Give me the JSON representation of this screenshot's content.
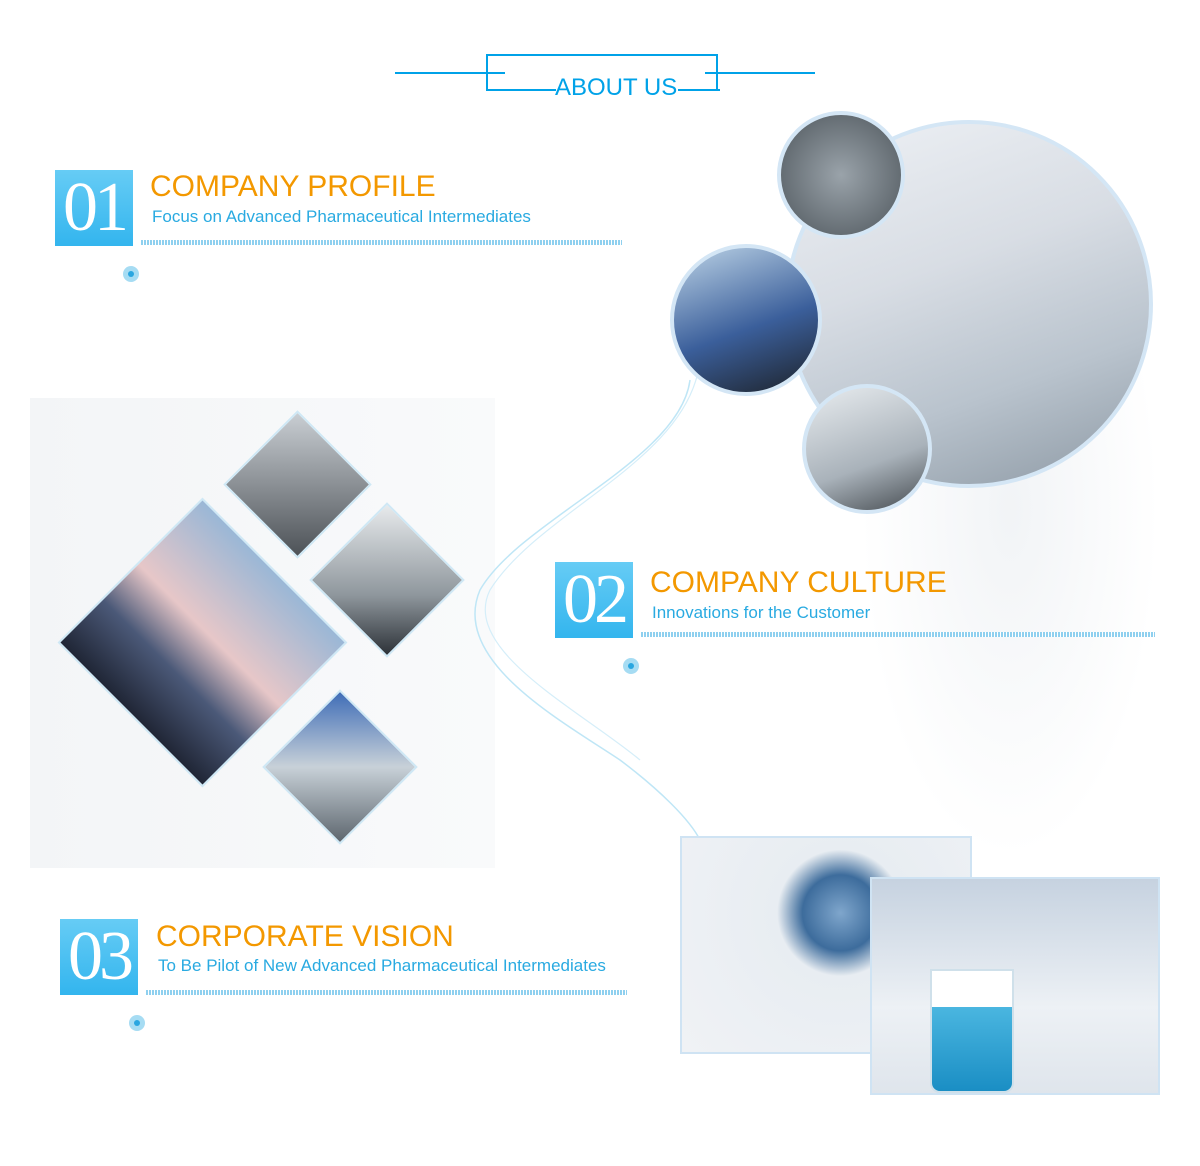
{
  "header": {
    "title": "ABOUT US"
  },
  "sections": [
    {
      "number": "01",
      "title": "COMPANY PROFILE",
      "subtitle": "Focus on Advanced Pharmaceutical Intermediates"
    },
    {
      "number": "02",
      "title": "COMPANY CULTURE",
      "subtitle": "Innovations for the Customer"
    },
    {
      "number": "03",
      "title": "CORPORATE VISION",
      "subtitle": "To Be Pilot of New Advanced Pharmaceutical Intermediates"
    }
  ],
  "colors": {
    "accent": "#00a2e8",
    "heading": "#f39800",
    "number_bg": "#33b5ee"
  }
}
